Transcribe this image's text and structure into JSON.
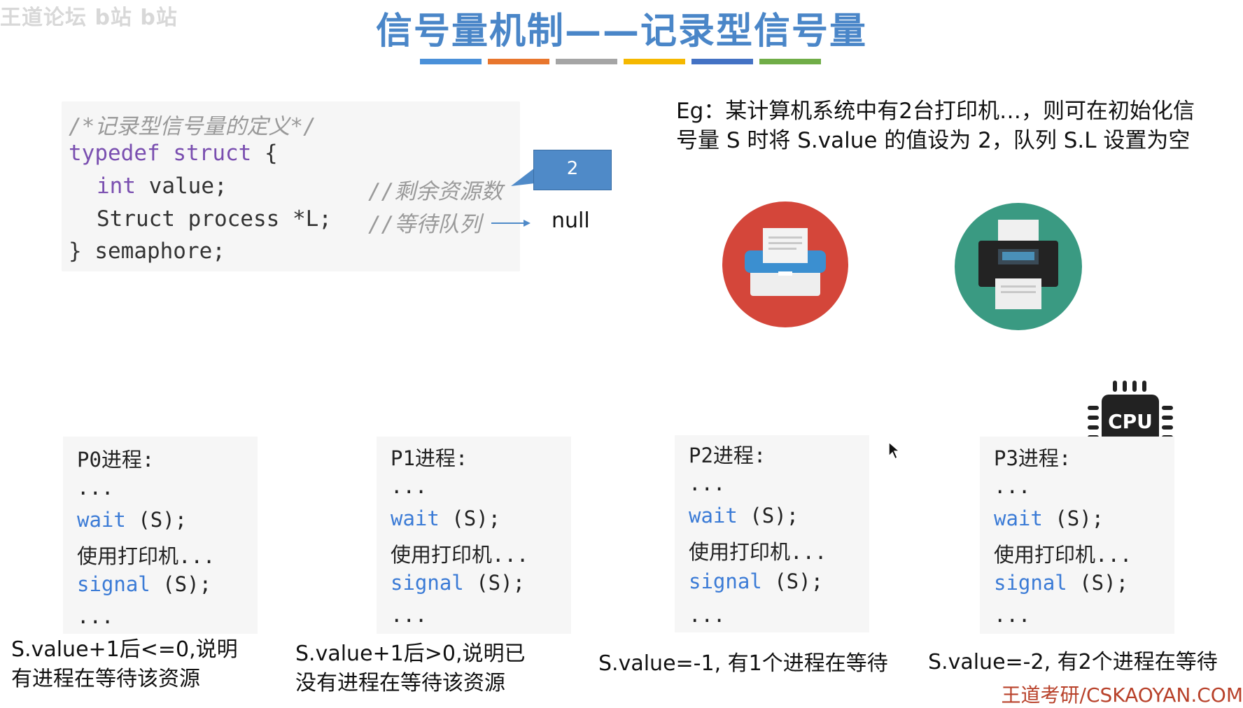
{
  "watermark": {
    "text": "王道论坛 b站 b站"
  },
  "title": "信号量机制——记录型信号量",
  "color_bar": {
    "colors": [
      "#4a90d9",
      "#e8762d",
      "#a5a5a5",
      "#f5b800",
      "#4472c4",
      "#70ad47"
    ]
  },
  "code": {
    "comment_def": "/*记录型信号量的定义*/",
    "typedef_kw": "typedef",
    "struct_kw": "struct",
    "open_brace": " {",
    "int_kw": "int",
    "value_decl": " value;",
    "comment_value": "//剩余资源数",
    "struct_process": "Struct process *L;",
    "comment_queue": "//等待队列",
    "closing": "} semaphore;"
  },
  "callout_value": "2",
  "null_label": "null",
  "example_text": "Eg：某计算机系统中有2台打印机…，则可在初始化信号量 S 时将 S.value 的值设为 2，队列 S.L 设置为空",
  "icons": {
    "printer1": "printer-red-circle-icon",
    "printer2": "printer-teal-circle-icon",
    "cpu": "cpu-chip-icon",
    "cursor": "mouse-pointer-icon"
  },
  "processes": [
    {
      "name": "P0进程:",
      "dots1": "...",
      "wait_kw": "wait",
      "wait_arg": " (S);",
      "use": "使用打印机...",
      "signal_kw": "signal",
      "signal_arg": " (S);",
      "dots2": "..."
    },
    {
      "name": "P1进程:",
      "dots1": "...",
      "wait_kw": "wait",
      "wait_arg": " (S);",
      "use": "使用打印机...",
      "signal_kw": "signal",
      "signal_arg": " (S);",
      "dots2": "..."
    },
    {
      "name": "P2进程:",
      "dots1": "...",
      "wait_kw": "wait",
      "wait_arg": " (S);",
      "use": "使用打印机...",
      "signal_kw": "signal",
      "signal_arg": " (S);",
      "dots2": "..."
    },
    {
      "name": "P3进程:",
      "dots1": "...",
      "wait_kw": "wait",
      "wait_arg": " (S);",
      "use": "使用打印机...",
      "signal_kw": "signal",
      "signal_arg": " (S);",
      "dots2": "..."
    }
  ],
  "captions": {
    "c0_line1": "S.value+1后<=0,说明",
    "c0_line2": "有进程在等待该资源",
    "c1_line1": "S.value+1后>0,说明已",
    "c1_line2": "没有进程在等待该资源",
    "c2": "S.value=-1, 有1个进程在等待",
    "c3": "S.value=-2, 有2个进程在等待"
  },
  "cpu_label": "CPU",
  "footer": "王道考研/CSKAOYAN.COM"
}
